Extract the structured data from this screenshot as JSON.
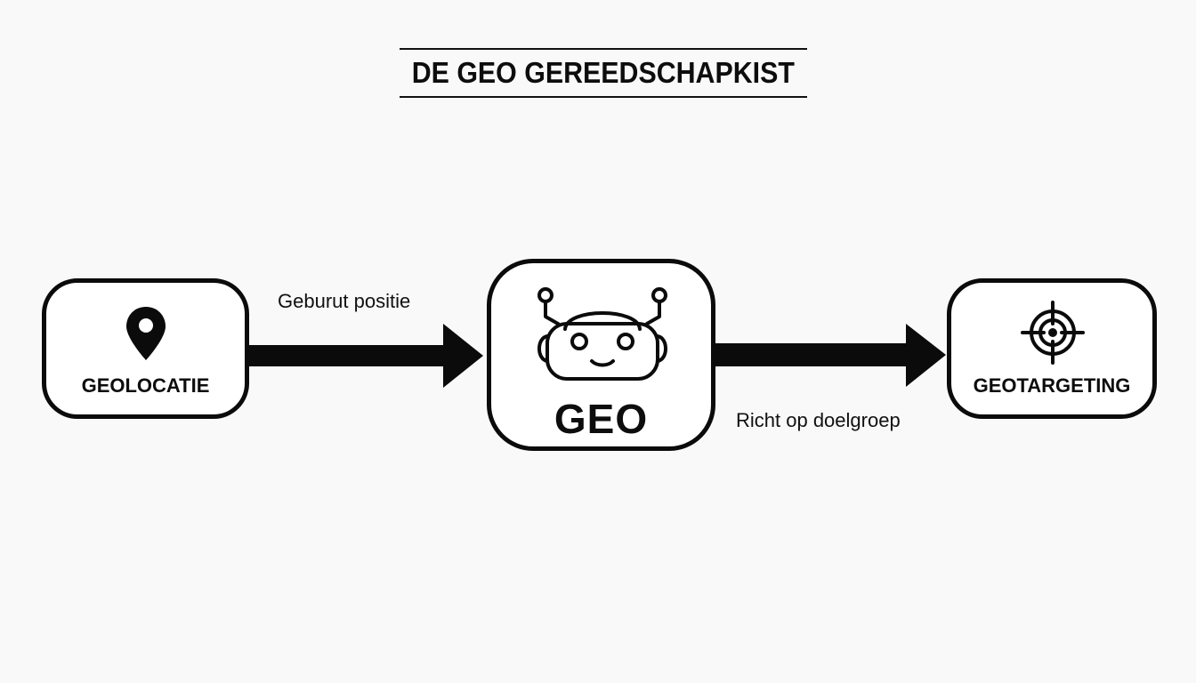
{
  "title": "DE GEO GEREEDSCHAPKIST",
  "nodes": {
    "left": {
      "label": "GEOLOCATIE",
      "icon": "map-pin-icon"
    },
    "center": {
      "label": "GEO",
      "icon": "robot-icon"
    },
    "right": {
      "label": "GEOTARGETING",
      "icon": "target-crosshair-icon"
    }
  },
  "edges": [
    {
      "from": "GEOLOCATIE",
      "to": "GEO",
      "label": "Geburut positie"
    },
    {
      "from": "GEO",
      "to": "GEOTARGETING",
      "label": "Richt op doelgroep"
    }
  ],
  "colors": {
    "background": "#f9f9f9",
    "stroke": "#0b0b0b",
    "node_fill": "#ffffff"
  }
}
